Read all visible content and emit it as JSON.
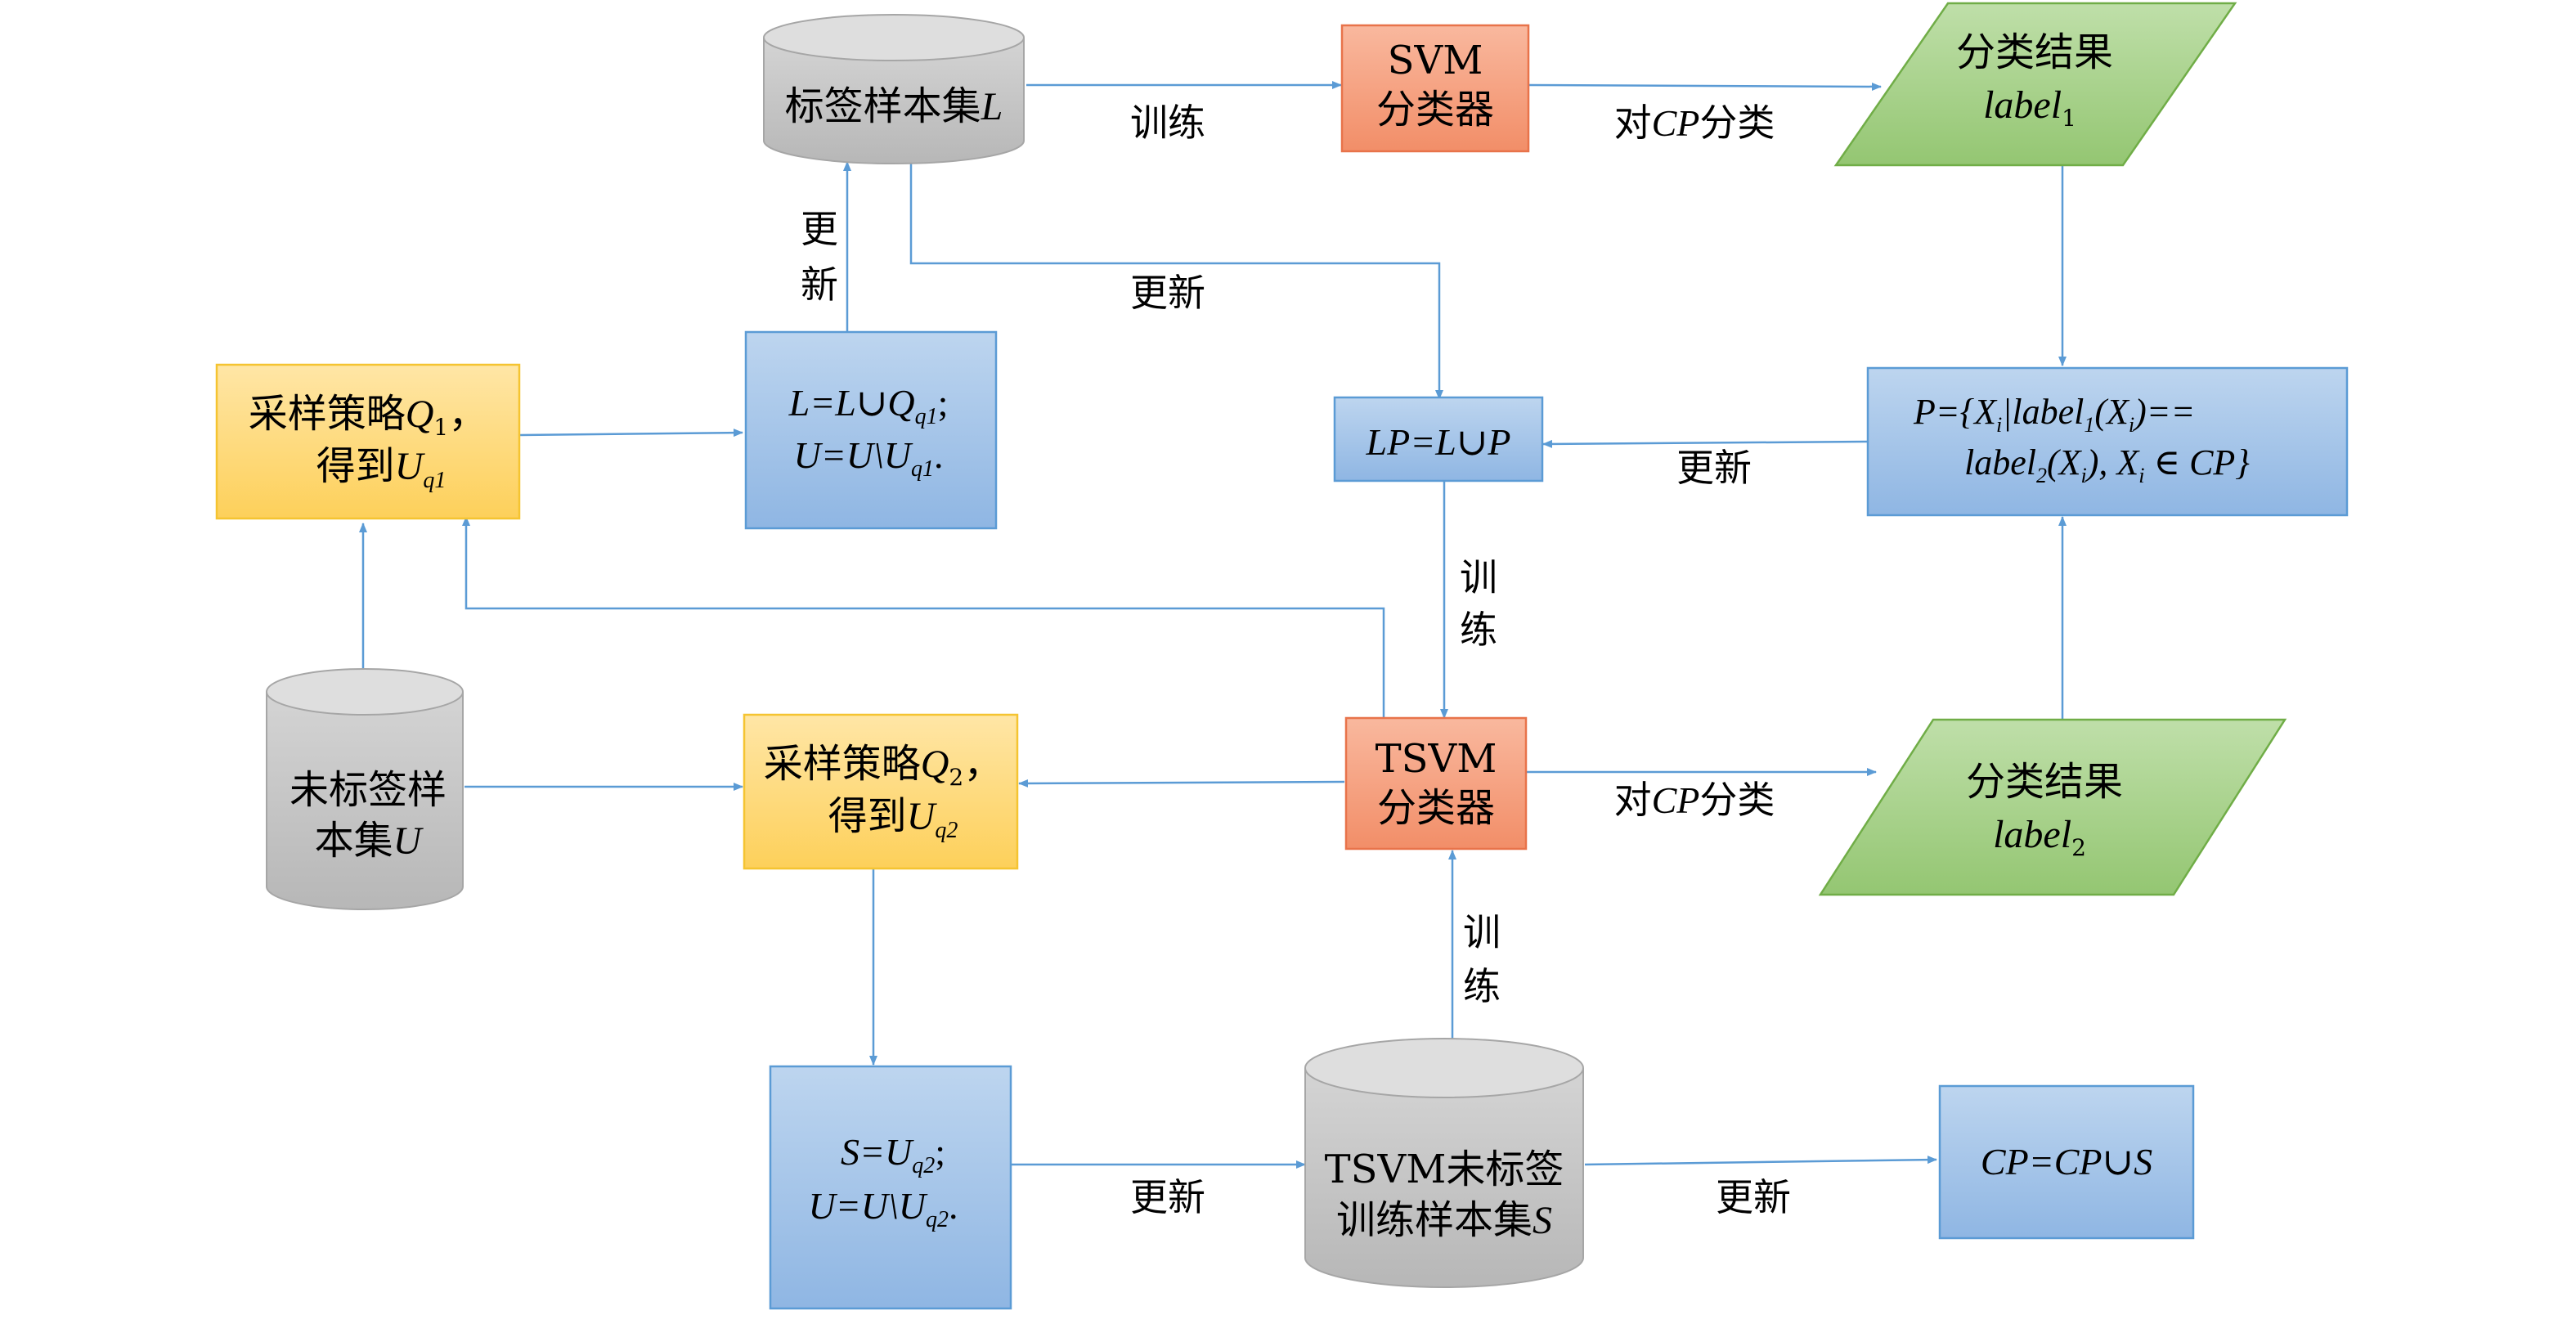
{
  "nodes": {
    "labeled_set": {
      "label": "标签样本集",
      "var": "L"
    },
    "svm": {
      "line1": "SVM",
      "line2": "分类器"
    },
    "result1": {
      "line1": "分类结果",
      "var": "label",
      "sub": "1"
    },
    "sample_q1": {
      "line1_prefix": "采样策略",
      "var": "Q",
      "sub": "1",
      "tail": "，",
      "line2_prefix": "得到",
      "var2": "U",
      "sub2": "q1"
    },
    "update_l": {
      "line1": "L=L∪Q",
      "sub1": "q1",
      "tail1": ";",
      "line2": "U=U\\U",
      "sub2": "q1",
      "tail2": "."
    },
    "lp": {
      "text": "LP=L∪P"
    },
    "p_set": {
      "line1_a": "P={X",
      "sub_i": "i",
      "line1_b": "|label",
      "sub_1": "1",
      "line1_c": "(X",
      "line1_d": ")==",
      "line2_a": "label",
      "sub_2": "2",
      "line2_b": "(X",
      "line2_c": "), X",
      "line2_d": " ∈ CP}"
    },
    "unlabeled": {
      "line1": "未标签样",
      "line2": "本集",
      "var": "U"
    },
    "sample_q2": {
      "line1_prefix": "采样策略",
      "var": "Q",
      "sub": "2",
      "tail": "，",
      "line2_prefix": "得到",
      "var2": "U",
      "sub2": "q2"
    },
    "tsvm": {
      "line1": "TSVM",
      "line2": "分类器"
    },
    "result2": {
      "line1": "分类结果",
      "var": "label",
      "sub": "2"
    },
    "update_s": {
      "line1": "S=U",
      "sub1": "q2",
      "tail1": ";",
      "line2": "U=U\\U",
      "sub2": "q2",
      "tail2": "."
    },
    "tsvm_set": {
      "line1": "TSVM未标签",
      "line2": "训练样本集",
      "var": "S"
    },
    "cp": {
      "text": "CP=CP∪S"
    }
  },
  "edge_labels": {
    "train": "训练",
    "classify_prefix": "对",
    "classify_var": "CP",
    "classify_suffix": "分类",
    "update": "更新",
    "update_v1": "更",
    "update_v2": "新",
    "train_v1": "训",
    "train_v2": "练"
  },
  "colors": {
    "edge": "#5b9bd5",
    "blue_fill": "#a9c8ea",
    "blue_stroke": "#5b9bd5",
    "orange_fill": "#f6a385",
    "orange_stroke": "#e8734a",
    "yellow_fill": "#fed97a",
    "yellow_stroke": "#f5c431",
    "green_fill": "#a9d18e",
    "green_stroke": "#70ad47",
    "gray_fill": "#c9c9c9",
    "gray_top": "#dedede",
    "gray_stroke": "#a6a6a6"
  }
}
